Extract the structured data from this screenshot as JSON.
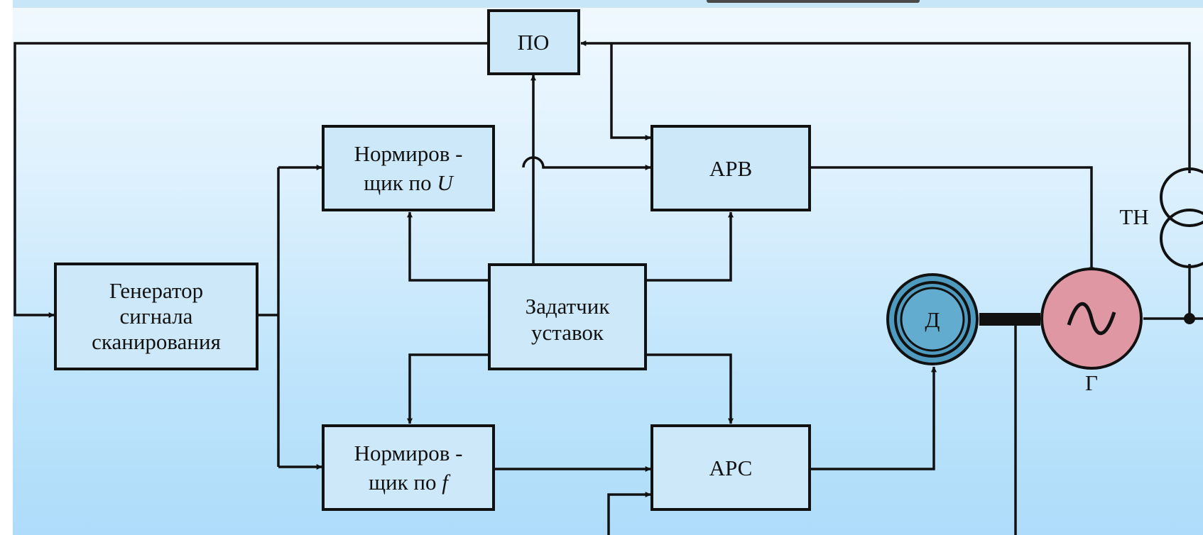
{
  "blocks": {
    "po": "ПО",
    "norm_u": [
      "Нормиров  -",
      "щик по ",
      "U"
    ],
    "arv": "АРВ",
    "generator_signal": [
      "Генератор",
      "сигнала",
      "сканирования"
    ],
    "zadatchik": [
      "Задатчик",
      "уставок"
    ],
    "norm_f": [
      "Нормиров -",
      "щик по ",
      "f"
    ],
    "ars": "АРС"
  },
  "components": {
    "motor": "Д",
    "generator": "Г",
    "voltage_transformer": "ТН"
  },
  "colors": {
    "block_fill": "#cde9f9",
    "motor_fill": "#5ba6c9",
    "generator_fill": "#e19aa4",
    "line": "#111111"
  }
}
